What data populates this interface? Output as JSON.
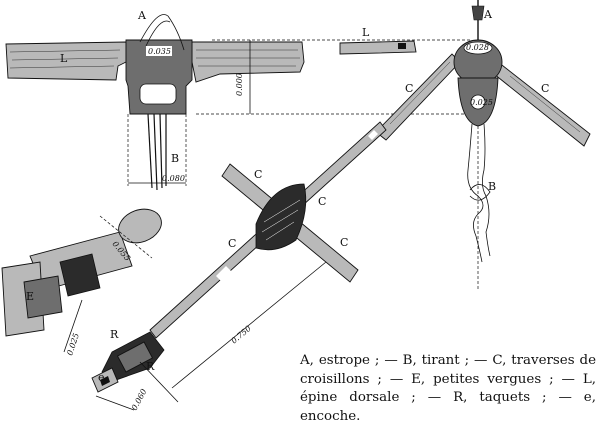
{
  "labels": {
    "A": "A",
    "B": "B",
    "C": "C",
    "E": "E",
    "L": "L",
    "R": "R",
    "e": "e"
  },
  "dimensions": {
    "d1": "0.035",
    "d2": "0.000",
    "d3": "0.080",
    "d4": "0.028",
    "d5": "0.025",
    "d6": "0.055",
    "d7": "0.750",
    "d8": "0.060",
    "d9": "0.025"
  },
  "caption": "A, estrope ; — B, tirant ; — C, traverses de croisillons ; — E, petites vergues ; — L, épine dorsale ; — R, taquets ; — e, encoche."
}
